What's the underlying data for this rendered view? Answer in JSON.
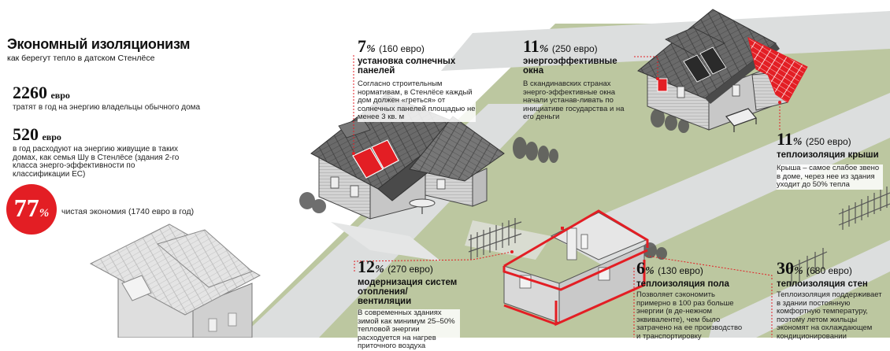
{
  "header": {
    "title": "Экономный изоляционизм",
    "subtitle": "как берегут тепло в датском Стенлёсе"
  },
  "stats": [
    {
      "value": "2260",
      "unit": "евро",
      "text": "тратят в год на энергию владельцы обычного дома"
    },
    {
      "value": "520",
      "unit": "евро",
      "text": "в год расходуют на энергию живущие в таких домах, как семья Шу в Стенлёсе (здания 2-го класса энерго-эффективности по классификации ЕС)"
    }
  ],
  "savings": {
    "value": "77",
    "sign": "%",
    "text": "чистая экономия (1740 евро в год)"
  },
  "callouts": {
    "solar": {
      "value": "7",
      "sign": "%",
      "amount": "(160 евро)",
      "title": "установка солнечных панелей",
      "text": "Согласно строительным нормативам, в Стенлёсе каждый дом должен «греться» от солнечных панелей площадью не менее 3 кв. м"
    },
    "windows": {
      "value": "11",
      "sign": "%",
      "amount": "(250 евро)",
      "title": "энергоэффективные окна",
      "text": "В скандинавских странах энерго-эффективные окна начали устанав-ливать по инициативе государства и на его деньги"
    },
    "roof": {
      "value": "11",
      "sign": "%",
      "amount": "(250 евро)",
      "title": "теплоизоляция крыши",
      "text": "Крыша – самое слабое звено в доме, через нее из здания уходит до 50% тепла"
    },
    "heating": {
      "value": "12",
      "sign": "%",
      "amount": "(270 евро)",
      "title": "модернизация систем отопления/вентиляции",
      "text": "В современных зданиях зимой как минимум 25–50% тепловой энергии расходуется на нагрев приточного воздуха"
    },
    "floor": {
      "value": "6",
      "sign": "%",
      "amount": "(130 евро)",
      "title": "теплоизоляция пола",
      "text": "Позволяет сэкономить примерно в 100 раз больше энергии (в де-нежном эквиваленте), чем было затрачено на ее производство и транспортировку"
    },
    "walls": {
      "value": "30",
      "sign": "%",
      "amount": "(680 евро)",
      "title": "теплоизоляция стен",
      "text": "Теплоизоляция поддерживает в здании постоянную комфортную температуру, поэтому летом жильцы экономят на охлаждающем кондиционировании"
    }
  },
  "colors": {
    "accent": "#e31e24",
    "lawn": "#bcc7a0",
    "road": "#dadcdc",
    "roof": "#6d6d6d",
    "wall": "#cfcfcf"
  }
}
